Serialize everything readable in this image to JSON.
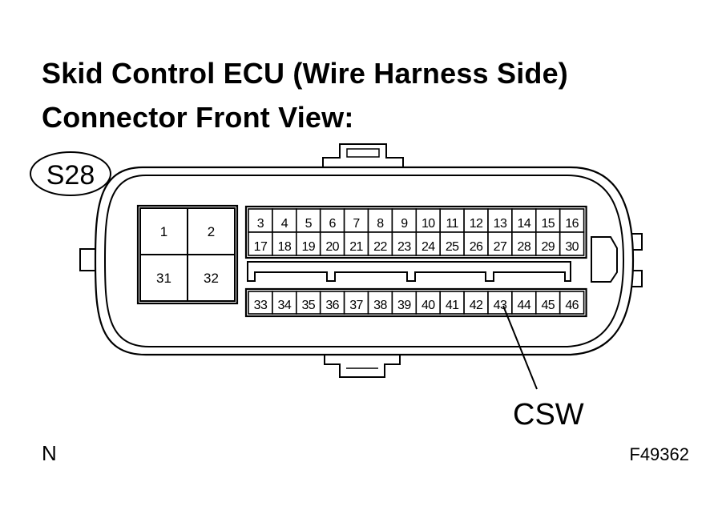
{
  "title": {
    "line1": "Skid Control ECU (Wire Harness Side)",
    "line2": "Connector Front View:"
  },
  "connector": {
    "code": "S28",
    "large_pins": [
      "1",
      "2",
      "31",
      "32"
    ],
    "row1": [
      "3",
      "4",
      "5",
      "6",
      "7",
      "8",
      "9",
      "10",
      "11",
      "12",
      "13",
      "14",
      "15",
      "16"
    ],
    "row2": [
      "17",
      "18",
      "19",
      "20",
      "21",
      "22",
      "23",
      "24",
      "25",
      "26",
      "27",
      "28",
      "29",
      "30"
    ],
    "row3": [
      "33",
      "34",
      "35",
      "36",
      "37",
      "38",
      "39",
      "40",
      "41",
      "42",
      "43",
      "44",
      "45",
      "46"
    ]
  },
  "callout": {
    "label": "CSW",
    "pin": "43"
  },
  "footer": {
    "left": "N",
    "right": "F49362"
  }
}
